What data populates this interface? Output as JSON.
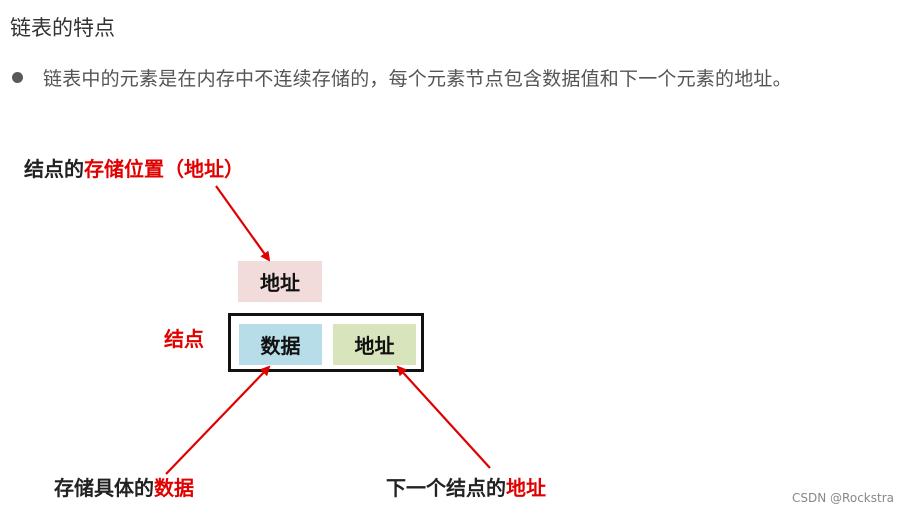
{
  "title": "链表的特点",
  "bullet": "链表中的元素是在内存中不连续存储的，每个元素节点包含数据值和下一个元素的地址。",
  "diagram": {
    "top_label_prefix": "结点的",
    "top_label_highlight": "存储位置（地址）",
    "address_box": "地址",
    "node_label": "结点",
    "data_box": "数据",
    "next_box": "地址",
    "bottom_left_prefix": "存储具体的",
    "bottom_left_highlight": "数据",
    "bottom_right_prefix": "下一个结点的",
    "bottom_right_highlight": "地址"
  },
  "colors": {
    "highlight": "#e00000",
    "address_box_bg": "#f2dcdb",
    "data_box_bg": "#b7dde8",
    "next_box_bg": "#d7e4bc",
    "arrow": "#e00000"
  },
  "watermark": "CSDN @Rockstra"
}
